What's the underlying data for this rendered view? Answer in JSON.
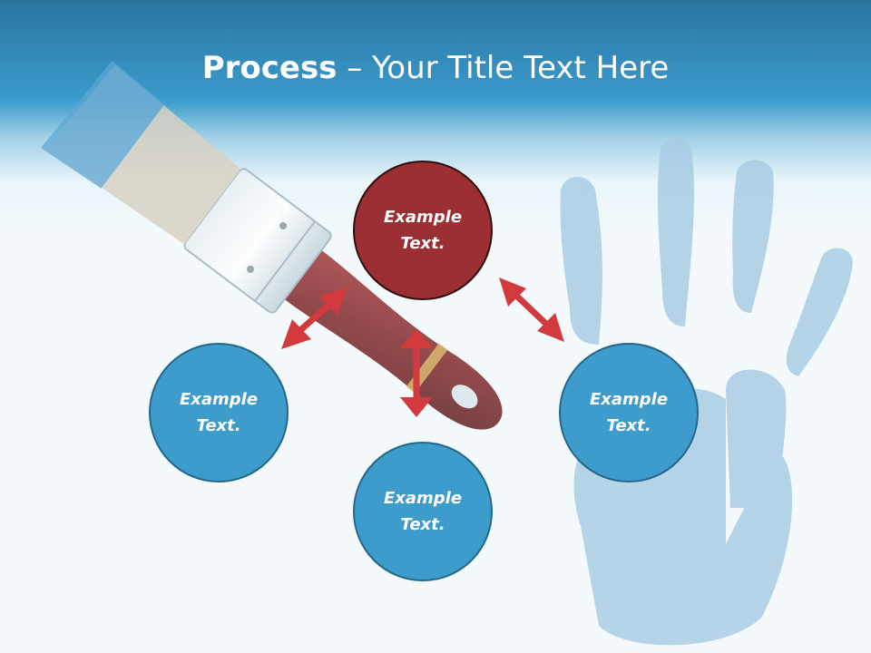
{
  "slide": {
    "title_bold": "Process",
    "title_rest": " – Your Title Text Here",
    "nodes": [
      {
        "label": "Example Text.",
        "color": "#9b2f33"
      },
      {
        "label": "Example Text.",
        "color": "#3d9ccb"
      },
      {
        "label": "Example Text.",
        "color": "#3d9ccb"
      },
      {
        "label": "Example Text.",
        "color": "#3d9ccb"
      }
    ]
  },
  "icons": [
    "paintbrush-image",
    "handprint-image",
    "double-arrow-icon"
  ],
  "colors": {
    "header": "#2b74a0",
    "arrow": "#d23a3d",
    "blue_node": "#3d9ccb",
    "red_node": "#9b2f33"
  }
}
